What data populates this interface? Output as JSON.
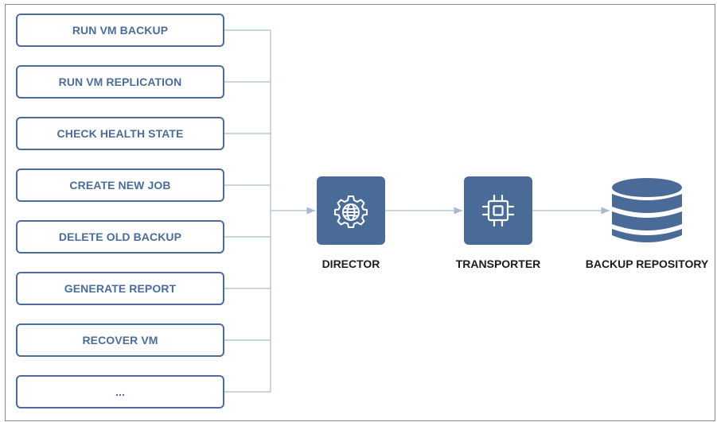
{
  "tasks": [
    {
      "label": "RUN VM BACKUP"
    },
    {
      "label": "RUN VM REPLICATION"
    },
    {
      "label": "CHECK HEALTH STATE"
    },
    {
      "label": "CREATE NEW JOB"
    },
    {
      "label": "DELETE OLD BACKUP"
    },
    {
      "label": "GENERATE REPORT"
    },
    {
      "label": "RECOVER VM"
    },
    {
      "label": "..."
    }
  ],
  "nodes": {
    "director": {
      "label": "DIRECTOR",
      "icon": "gear-globe-icon"
    },
    "transporter": {
      "label": "TRANSPORTER",
      "icon": "chip-icon"
    },
    "repository": {
      "label": "BACKUP REPOSITORY",
      "icon": "database-icon"
    }
  },
  "colors": {
    "box_border": "#4c6d97",
    "box_text": "#4c6d97",
    "node_fill": "#4a6b97",
    "connector": "#b9c7d9",
    "label_text": "#1c1c1c"
  }
}
